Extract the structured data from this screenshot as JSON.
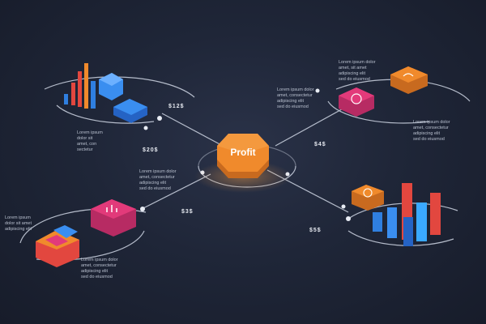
{
  "hub": {
    "label": "Profit"
  },
  "nodes": [
    {
      "id": "top-left"
    },
    {
      "id": "top-right"
    },
    {
      "id": "bottom-left"
    },
    {
      "id": "bottom-right"
    }
  ],
  "colors": {
    "background": "#1f2638",
    "orange": "#f08a2c",
    "pink": "#e23a7a",
    "blue": "#2f7fe0",
    "red": "#e2473f",
    "line": "#cfd6e4"
  },
  "texts": [
    {
      "lines": [
        "Lorem ipsum",
        "dolor sit",
        "amet, con",
        "sectetur"
      ]
    },
    {
      "lines": [
        "Lorem ipsum dolor",
        "amet, consectetur",
        "adipiscing elit",
        "sed do eiusmod"
      ]
    },
    {
      "lines": [
        "Lorem ipsum dolor",
        "amet, sit amet",
        "adipiscing elit",
        "sed do eiusmod"
      ]
    },
    {
      "lines": [
        "Lorem ipsum dolor",
        "amet, consectetur",
        "adipiscing elit",
        "sed do eiusmod"
      ]
    },
    {
      "lines": [
        "Lorem ipsum dolor",
        "amet, consectetur",
        "adipiscing elit",
        "sed do eiusmod"
      ]
    },
    {
      "lines": [
        "Lorem ipsum",
        "dolor sit amet",
        "adipiscing elit"
      ]
    },
    {
      "lines": [
        "Lorem ipsum dolor",
        "amet, consectetur",
        "adipiscing elit",
        "sed do eiusmod"
      ]
    }
  ],
  "tags": [
    "$12$",
    "$4$",
    "$20$",
    "$3$",
    "$5$"
  ],
  "icons": [
    "bar-chart-icon",
    "hand-money-icon",
    "gauge-icon",
    "target-icon",
    "cube-icon"
  ]
}
